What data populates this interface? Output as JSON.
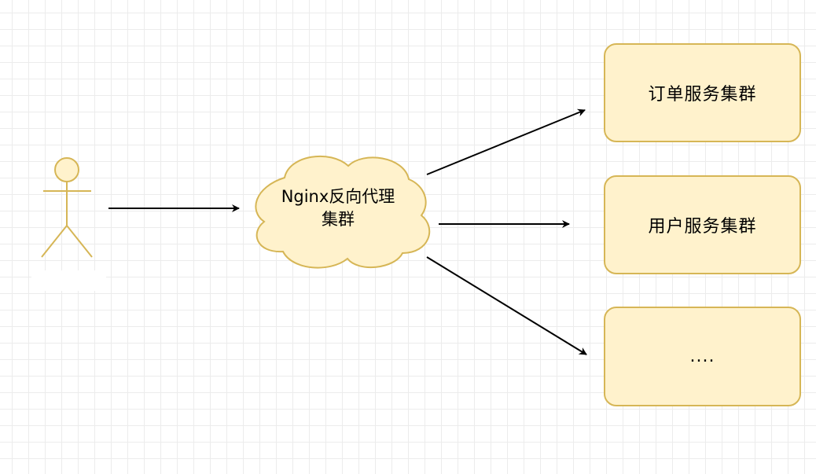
{
  "diagram": {
    "proxy_cluster": {
      "line1": "Nginx反向代理",
      "line2": "集群"
    },
    "services": {
      "order": "订单服务集群",
      "user": "用户服务集群",
      "more": "...."
    },
    "actor": {
      "label": ""
    }
  },
  "colors": {
    "fill": "#fff2cc",
    "stroke": "#d6b656",
    "arrow": "#000000",
    "grid": "#ececec"
  }
}
